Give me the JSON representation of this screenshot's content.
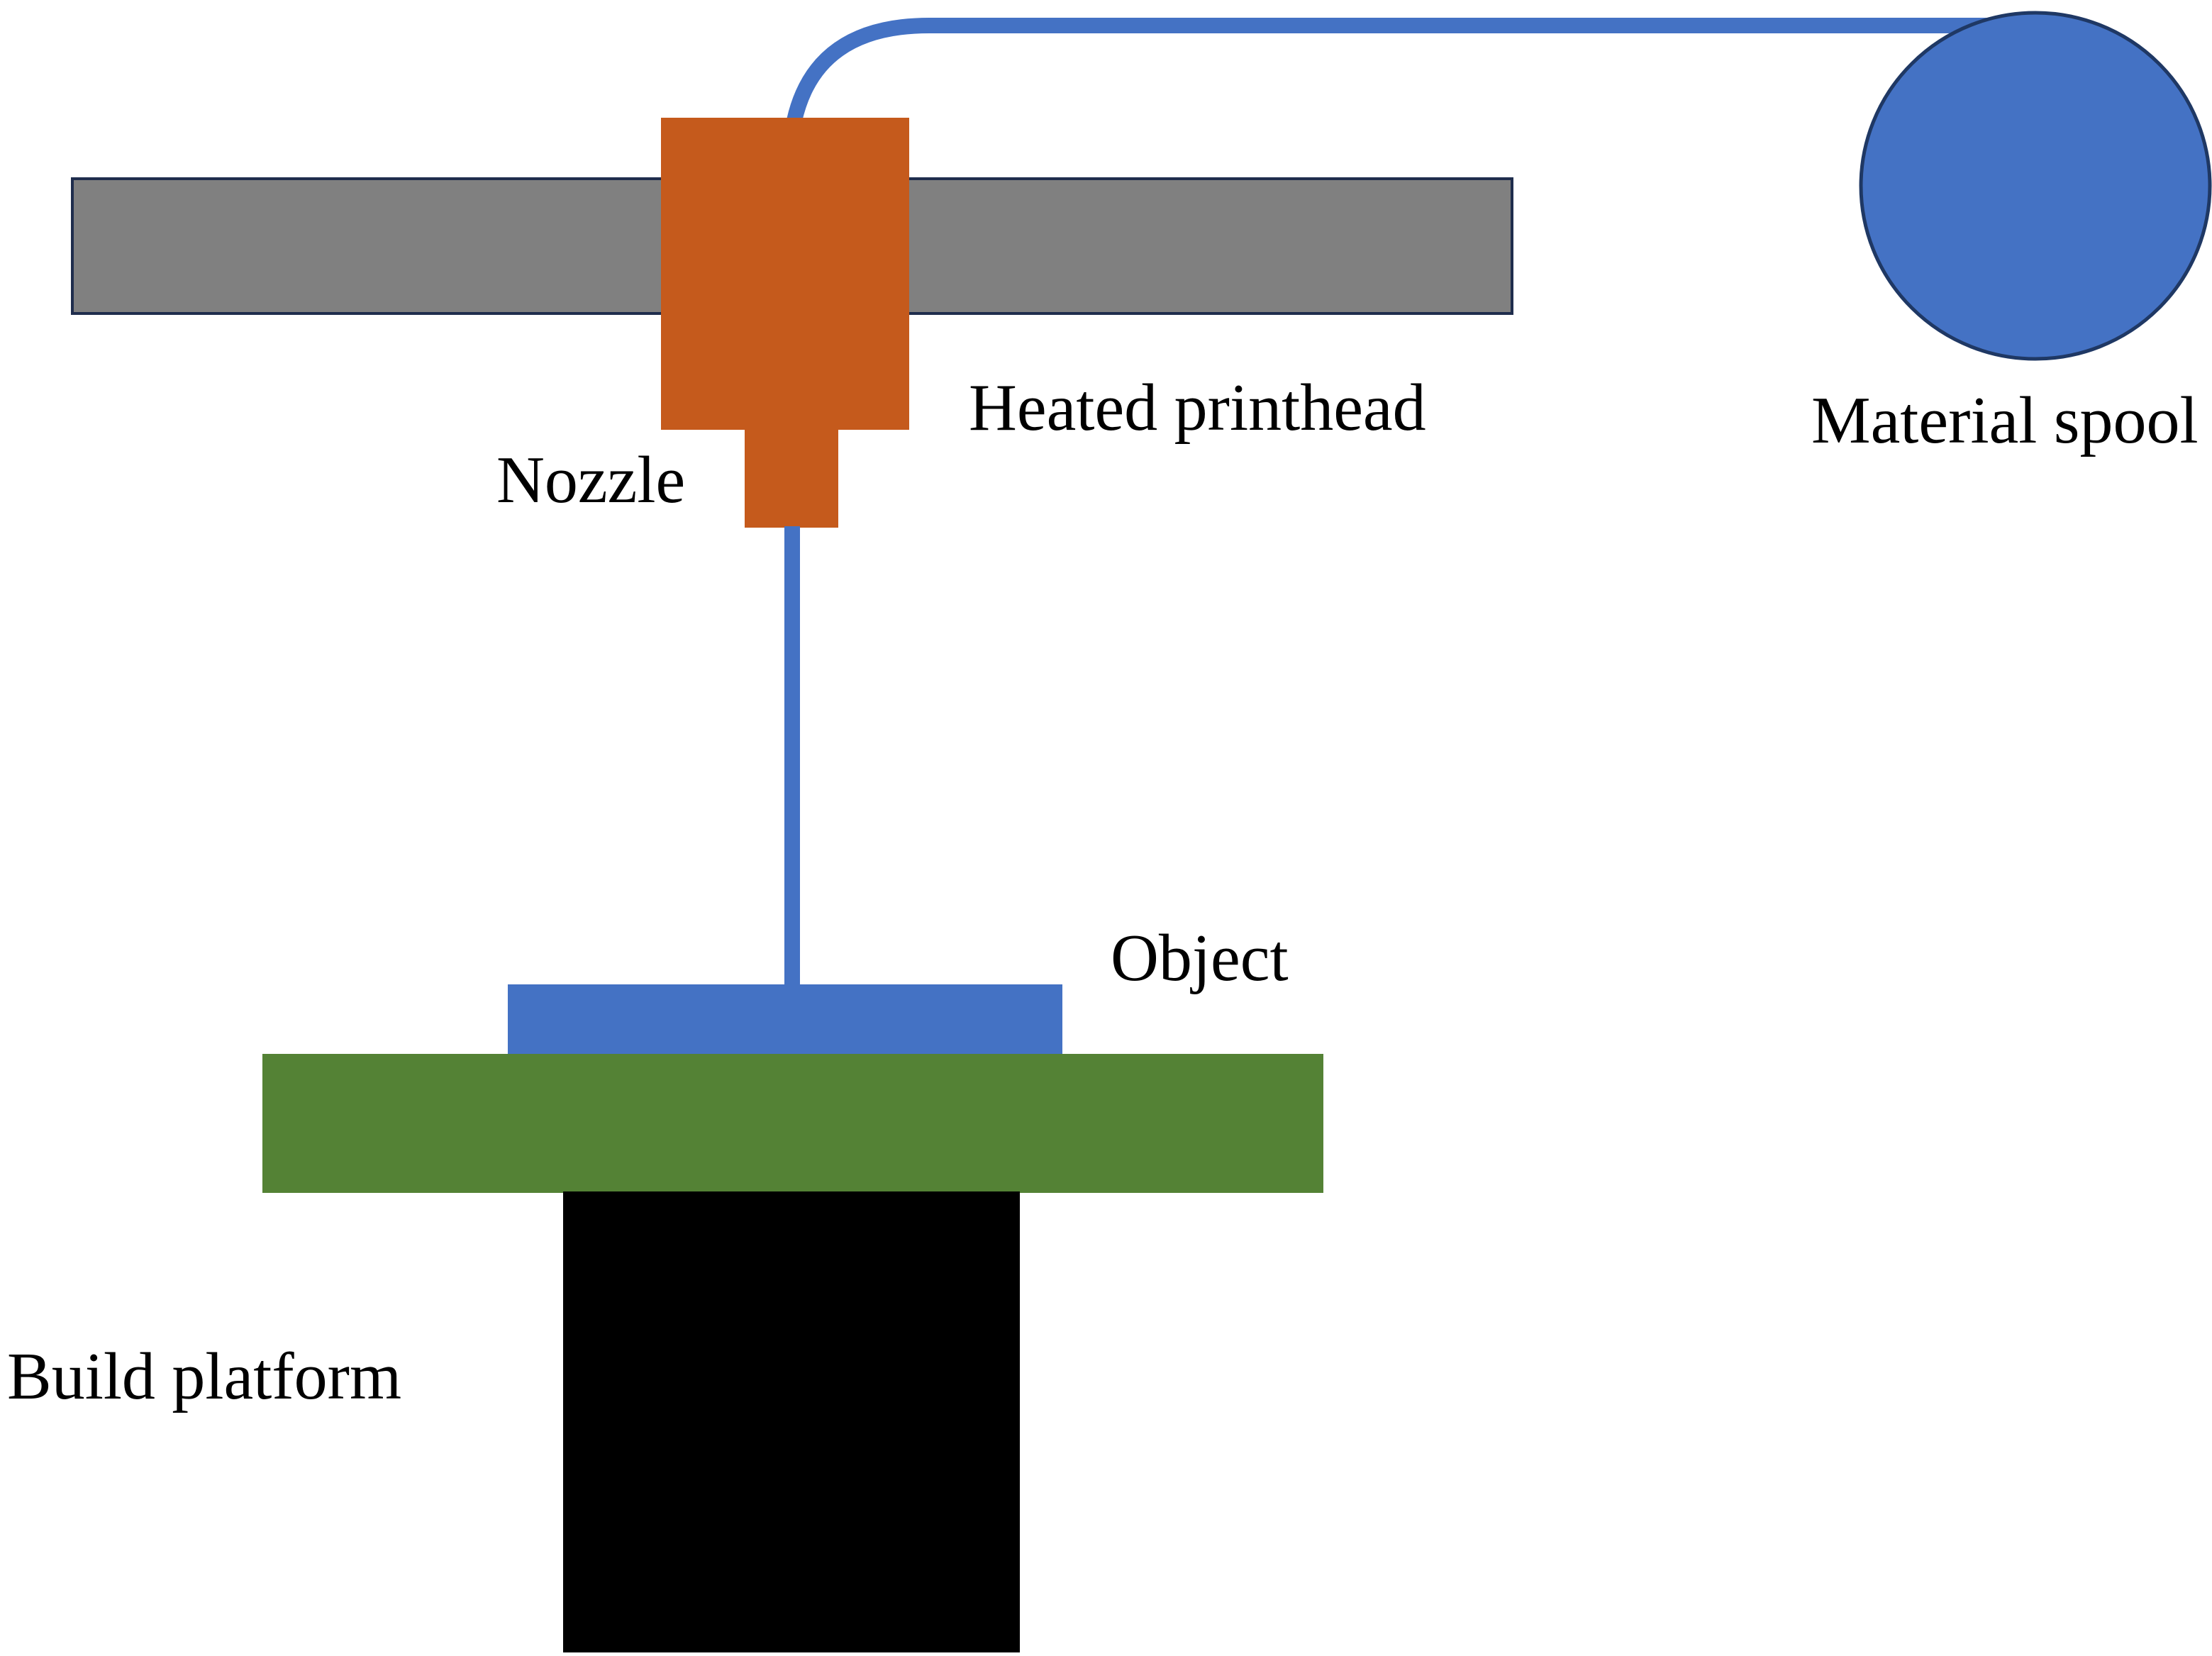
{
  "labels": {
    "heated_printhead": "Heated printhead",
    "material_spool": "Material spool",
    "nozzle": "Nozzle",
    "object": "Object",
    "build_platform": "Build platform"
  },
  "colors": {
    "background": "#ffffff",
    "rail": "#808080",
    "rail_outline": "#1f2d4d",
    "printhead": "#c55a1c",
    "filament": "#4472c4",
    "spool": "#4472c4",
    "spool_outline": "#1f3864",
    "object": "#4472c4",
    "platform": "#548235",
    "pedestal": "#000000"
  }
}
